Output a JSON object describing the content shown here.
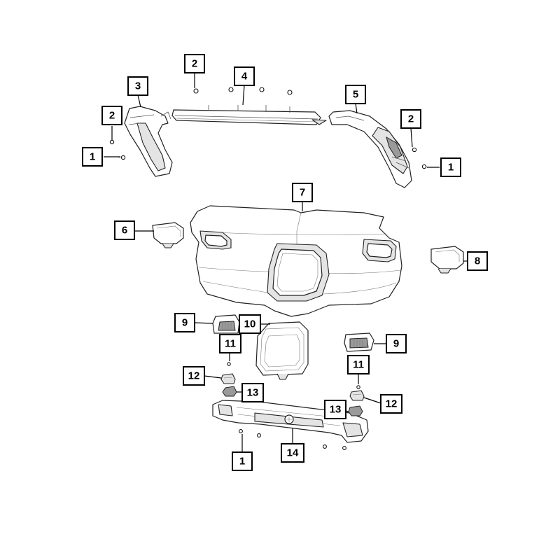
{
  "callouts": [
    {
      "label": "1"
    },
    {
      "label": "1"
    },
    {
      "label": "1"
    },
    {
      "label": "2"
    },
    {
      "label": "2"
    },
    {
      "label": "2"
    },
    {
      "label": "3"
    },
    {
      "label": "4"
    },
    {
      "label": "5"
    },
    {
      "label": "6"
    },
    {
      "label": "7"
    },
    {
      "label": "8"
    },
    {
      "label": "9"
    },
    {
      "label": "9"
    },
    {
      "label": "10"
    },
    {
      "label": "11"
    },
    {
      "label": "11"
    },
    {
      "label": "12"
    },
    {
      "label": "12"
    },
    {
      "label": "13"
    },
    {
      "label": "13"
    },
    {
      "label": "14"
    }
  ]
}
